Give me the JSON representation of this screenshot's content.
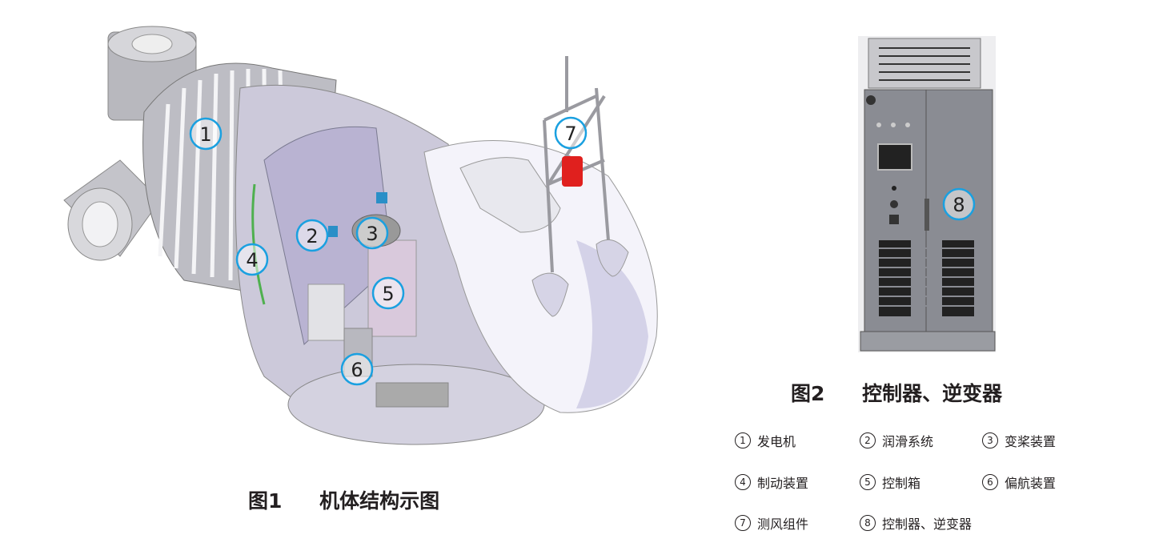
{
  "figure1": {
    "label": "图1",
    "title": "机体结构示图"
  },
  "figure2": {
    "label": "图2",
    "title": "控制器、逆变器"
  },
  "callouts": [
    "1",
    "2",
    "3",
    "4",
    "5",
    "6",
    "7",
    "8"
  ],
  "legend": [
    {
      "num": "1",
      "text": "发电机"
    },
    {
      "num": "2",
      "text": "润滑系统"
    },
    {
      "num": "3",
      "text": "变桨装置"
    },
    {
      "num": "4",
      "text": "制动装置"
    },
    {
      "num": "5",
      "text": "控制箱"
    },
    {
      "num": "6",
      "text": "偏航装置"
    },
    {
      "num": "7",
      "text": "测风组件"
    },
    {
      "num": "8",
      "text": "控制器、逆变器"
    }
  ],
  "colors": {
    "callout": "#1aa0e0",
    "body": "#c9c7d6",
    "cabinet": "#8a8c93",
    "beacon": "#e0201e"
  }
}
